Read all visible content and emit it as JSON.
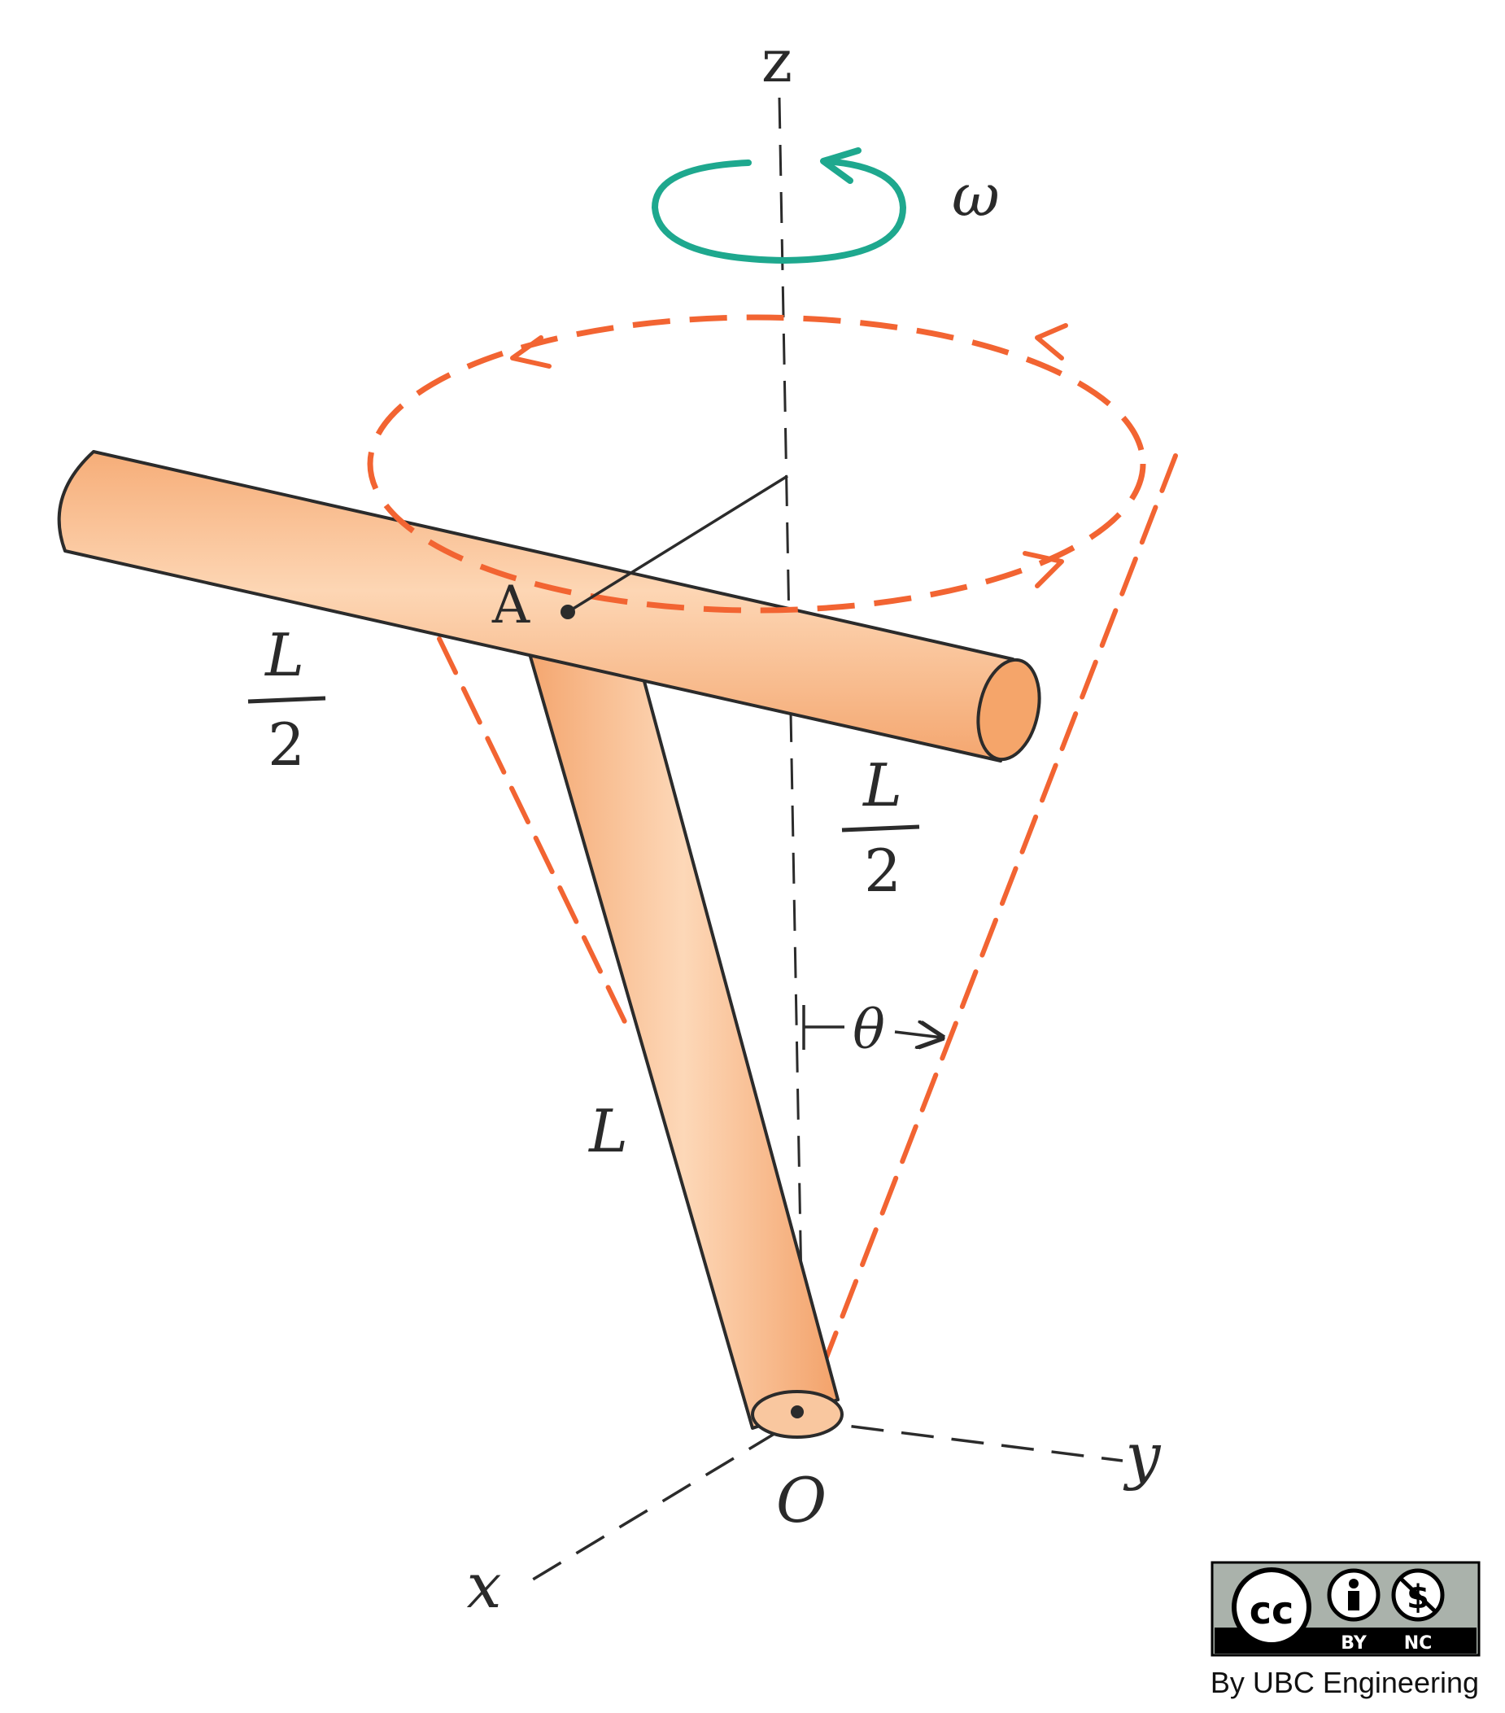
{
  "labels": {
    "z_axis": "z",
    "x_axis": "x",
    "y_axis": "y",
    "omega": "ω",
    "point_a": "A",
    "origin": "O",
    "theta": "θ",
    "rod_length": "L",
    "half_left_num": "L",
    "half_left_den": "2",
    "half_right_num": "L",
    "half_right_den": "2"
  },
  "license": {
    "by": "BY",
    "nc": "NC",
    "credit": "By UBC Engineering"
  },
  "colors": {
    "rod_fill": "#f7b889",
    "rod_outline": "#2b2b2b",
    "cone_dash": "#f26432",
    "omega_arrow": "#1ea88e",
    "axis": "#2b2b2b"
  },
  "icons": {
    "cc": "creative-commons-icon",
    "by": "attribution-person-icon",
    "nc": "non-commercial-dollar-icon"
  }
}
